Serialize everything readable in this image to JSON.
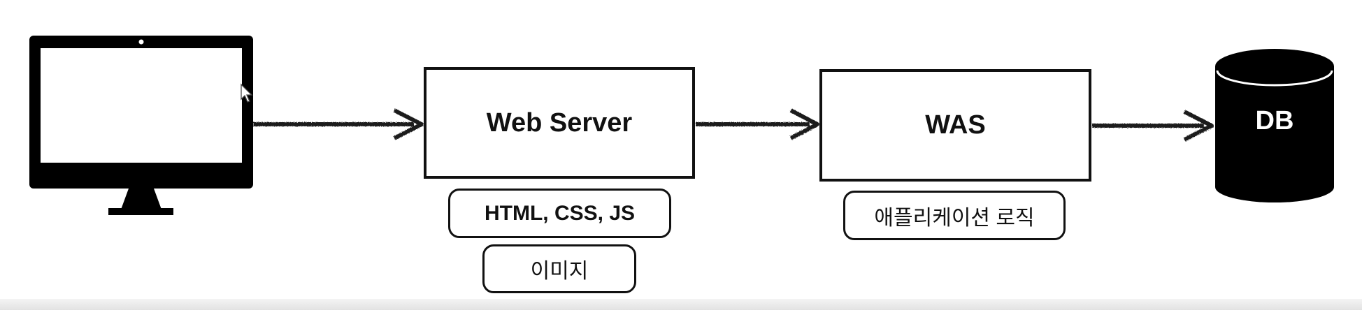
{
  "nodes": {
    "client": {
      "icon": "monitor-icon"
    },
    "web_server": {
      "label": "Web Server",
      "tags": [
        "HTML, CSS, JS",
        "이미지"
      ]
    },
    "was": {
      "label": "WAS",
      "tags": [
        "애플리케이션 로직"
      ]
    },
    "db": {
      "label": "DB",
      "icon": "database-icon"
    }
  },
  "flow": [
    "client",
    "web_server",
    "was",
    "db"
  ],
  "colors": {
    "stroke": "#111111",
    "fill_dark": "#000000",
    "background": "#ffffff"
  }
}
